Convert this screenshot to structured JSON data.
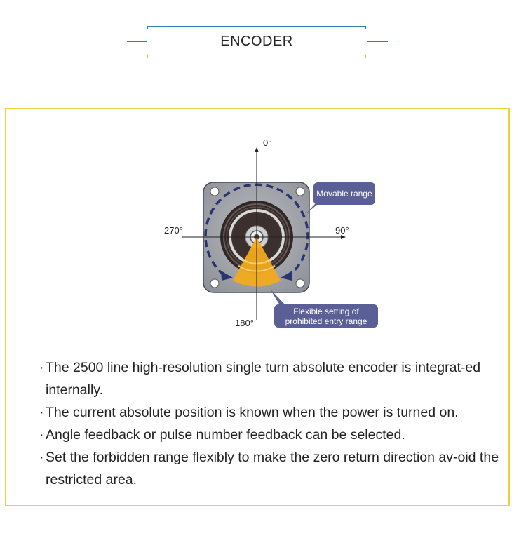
{
  "header": {
    "title": "ENCODER"
  },
  "diagram": {
    "angle_top": "0°",
    "angle_right": "90°",
    "angle_bottom": "180°",
    "angle_left": "270°",
    "callout_movable": "Movable range",
    "callout_prohibited_line1": "Flexible setting of",
    "callout_prohibited_line2": "prohibited entry range",
    "colors": {
      "accent_yellow": "#f0cf3c",
      "callout": "#5a5f95",
      "sector": "#f2ab1e",
      "arrow": "#2a3470",
      "plate": "#9c9ea5"
    }
  },
  "features": [
    {
      "bullet": "·",
      "text": "The 2500 line high-resolution single turn absolute encoder is integrat-ed internally."
    },
    {
      "bullet": "·",
      "text": "The current absolute position is known when the power is turned on."
    },
    {
      "bullet": "·",
      "text": "Angle feedback or pulse number feedback can be selected."
    },
    {
      "bullet": "·",
      "text": "Set the forbidden range flexibly to make the zero return direction av-oid the restricted area."
    }
  ]
}
